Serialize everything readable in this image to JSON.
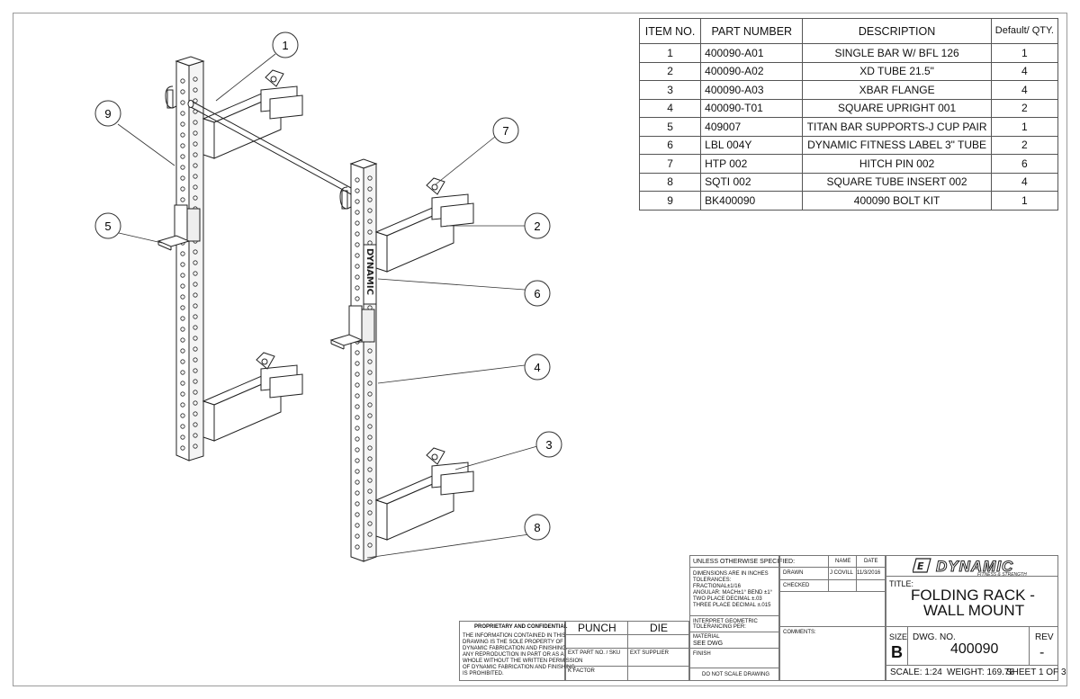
{
  "bom": {
    "headers": {
      "item": "ITEM NO.",
      "part": "PART NUMBER",
      "desc": "DESCRIPTION",
      "qty": "Default/ QTY."
    },
    "rows": [
      {
        "item": "1",
        "part": "400090-A01",
        "desc": "SINGLE BAR W/ BFL 126",
        "qty": "1"
      },
      {
        "item": "2",
        "part": "400090-A02",
        "desc": "XD TUBE 21.5\"",
        "qty": "4"
      },
      {
        "item": "3",
        "part": "400090-A03",
        "desc": "XBAR FLANGE",
        "qty": "4"
      },
      {
        "item": "4",
        "part": "400090-T01",
        "desc": "SQUARE UPRIGHT 001",
        "qty": "2"
      },
      {
        "item": "5",
        "part": "409007",
        "desc": "TITAN BAR SUPPORTS-J CUP PAIR",
        "qty": "1"
      },
      {
        "item": "6",
        "part": "LBL 004Y",
        "desc": "DYNAMIC FITNESS LABEL 3\" TUBE",
        "qty": "2"
      },
      {
        "item": "7",
        "part": "HTP 002",
        "desc": "HITCH PIN 002",
        "qty": "6"
      },
      {
        "item": "8",
        "part": "SQTI 002",
        "desc": "SQUARE TUBE INSERT 002",
        "qty": "4"
      },
      {
        "item": "9",
        "part": "BK400090",
        "desc": "400090 BOLT KIT",
        "qty": "1"
      }
    ]
  },
  "balloons": [
    "1",
    "2",
    "3",
    "4",
    "5",
    "6",
    "7",
    "8",
    "9"
  ],
  "upright_label": "DYNAMIC",
  "title_block": {
    "proprietary_heading": "PROPRIETARY AND CONFIDENTIAL",
    "proprietary_text": [
      "THE INFORMATION CONTAINED IN THIS",
      "DRAWING IS THE SOLE PROPERTY OF",
      "DYNAMIC FABRICATION AND FINISHING.",
      "ANY REPRODUCTION IN PART OR AS A",
      "WHOLE WITHOUT THE WRITTEN PERMISSION",
      "OF DYNAMIC FABRICATION AND FINISHING",
      "IS PROHIBITED."
    ],
    "punch": "PUNCH",
    "die": "DIE",
    "ext_part": "EXT PART NO. / SKU",
    "ext_supplier": "EXT SUPPLIER",
    "k_factor": "K FACTOR",
    "unless": "UNLESS OTHERWISE SPECIFIED:",
    "dims": [
      "DIMENSIONS ARE IN INCHES",
      "TOLERANCES:",
      "FRACTIONAL±1/16",
      "ANGULAR: MACH±1°   BEND ±1°",
      "TWO PLACE DECIMAL    ±.03",
      "THREE PLACE DECIMAL  ±.015"
    ],
    "interpret": [
      "INTERPRET GEOMETRIC",
      "TOLERANCING PER:"
    ],
    "material_label": "MATERIAL",
    "material_value": "SEE DWG",
    "finish_label": "FINISH",
    "do_not_scale": "DO NOT SCALE DRAWING",
    "name_header": "NAME",
    "date_header": "DATE",
    "drawn_label": "DRAWN",
    "drawn_name": "J COVILL",
    "drawn_date": "11/3/2016",
    "checked_label": "CHECKED",
    "comments_label": "COMMENTS:",
    "logo_text": "DYNAMIC",
    "logo_sub": "FITNESS & STRENGTH",
    "title_label": "TITLE:",
    "title_line1": "FOLDING RACK -",
    "title_line2": "WALL MOUNT",
    "size_label": "SIZE",
    "size_value": "B",
    "dwg_no_label": "DWG.  NO.",
    "dwg_no_value": "400090",
    "rev_label": "REV",
    "rev_value": "-",
    "scale": "SCALE: 1:24",
    "weight": "WEIGHT: 169.78",
    "sheet": "SHEET 1 OF 3"
  }
}
